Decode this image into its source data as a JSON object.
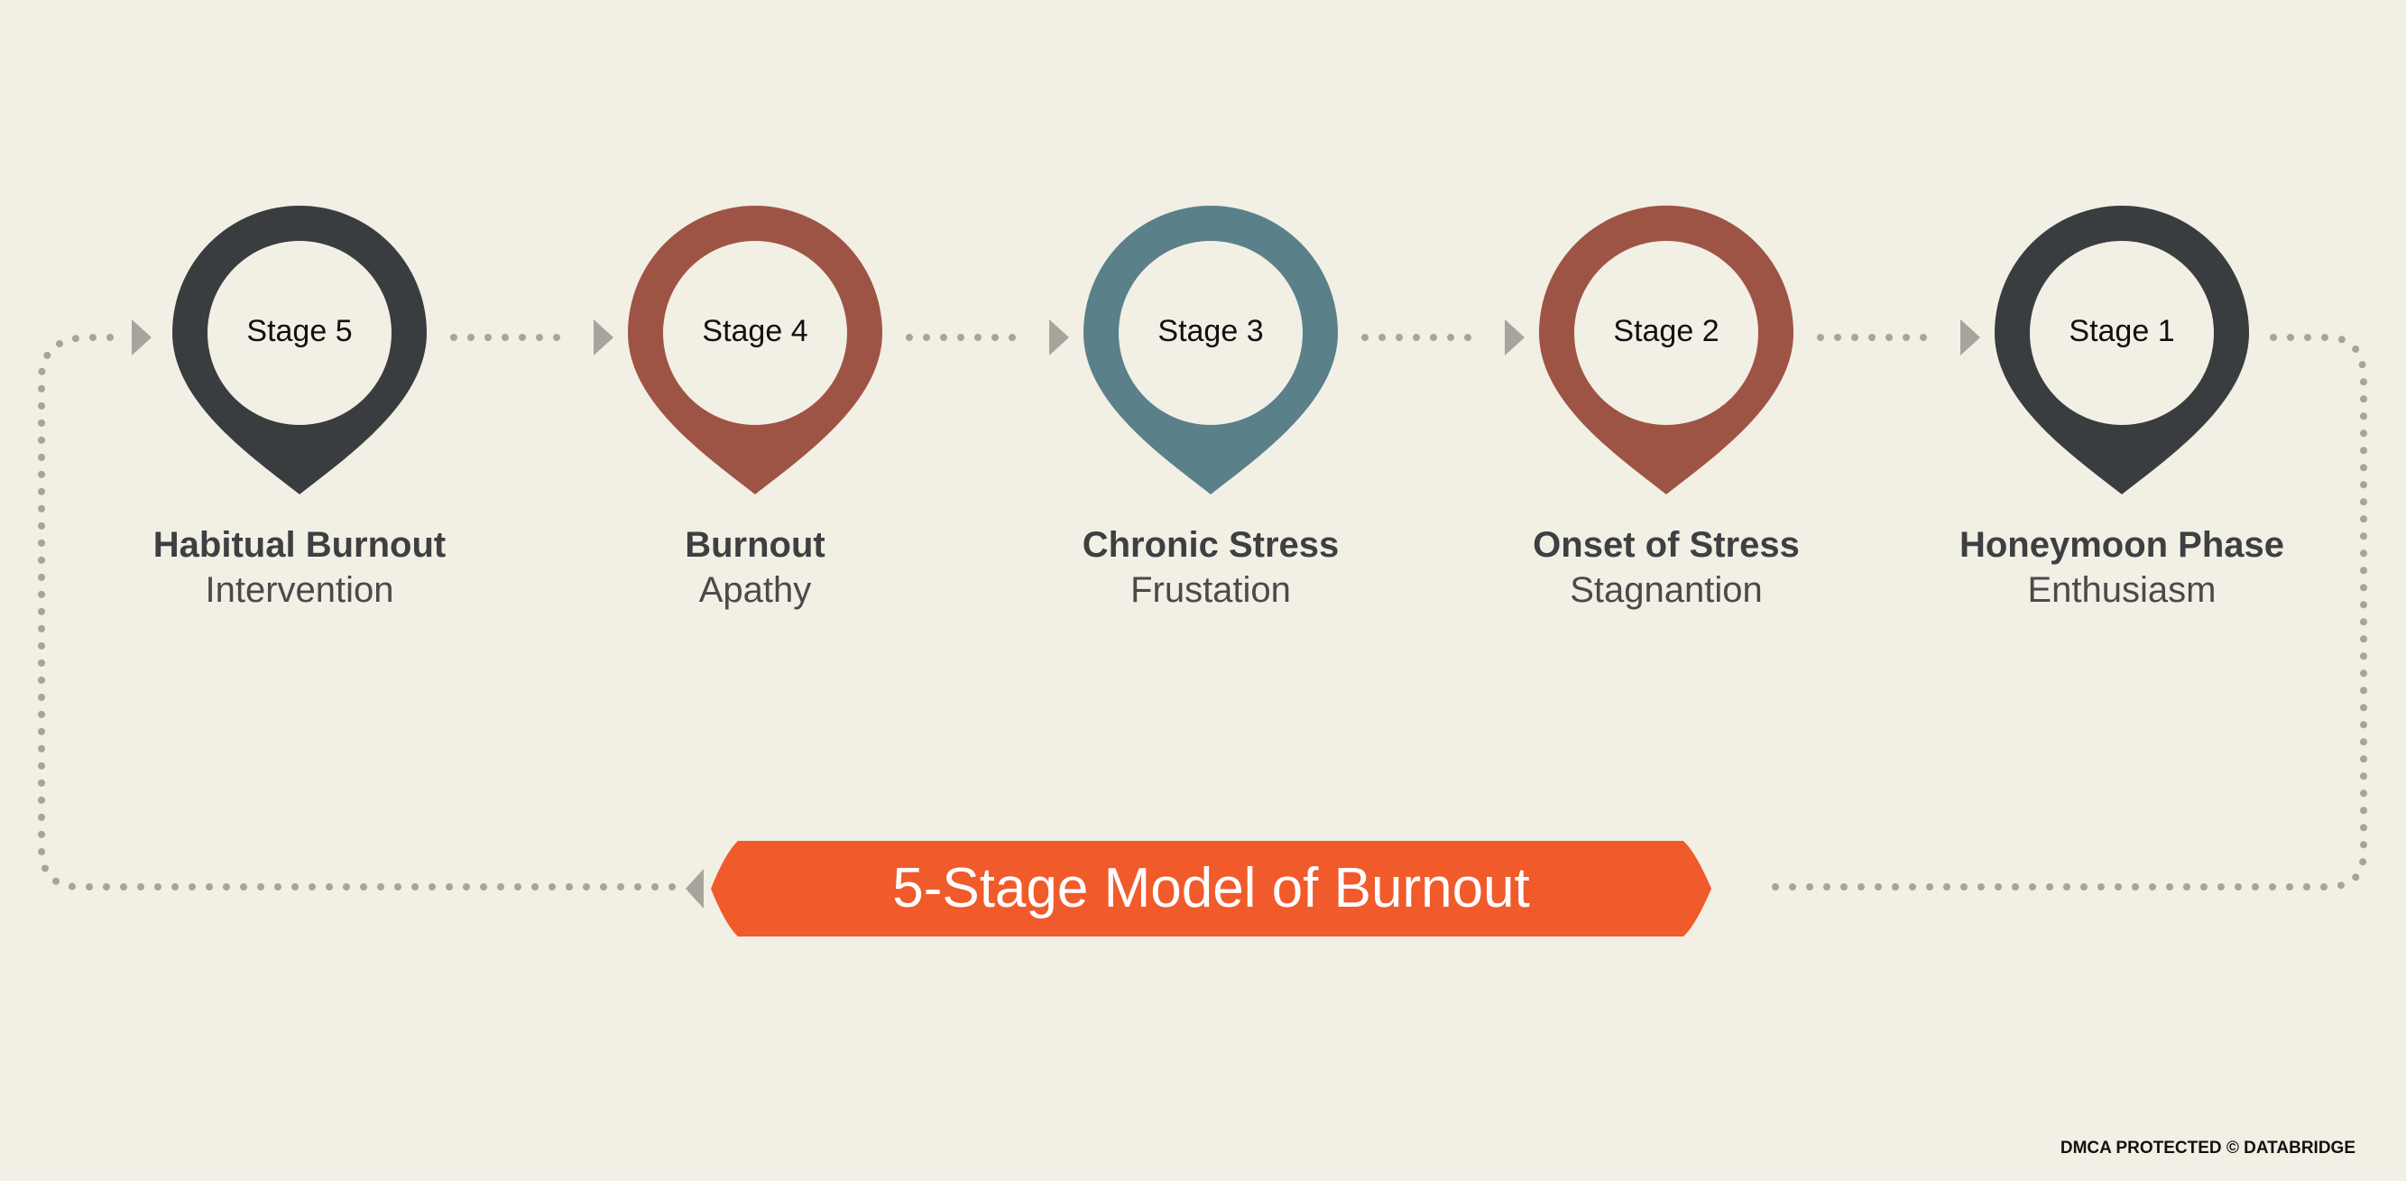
{
  "title": "5-Stage Model of Burnout",
  "stages": [
    {
      "label": "Stage 5",
      "title": "Habitual Burnout",
      "subtitle": "Intervention",
      "color": "#3a3d40"
    },
    {
      "label": "Stage 4",
      "title": "Burnout",
      "subtitle": "Apathy",
      "color": "#9e5444"
    },
    {
      "label": "Stage 3",
      "title": "Chronic Stress",
      "subtitle": "Frustation",
      "color": "#5a808a"
    },
    {
      "label": "Stage 2",
      "title": "Onset of Stress",
      "subtitle": "Stagnantion",
      "color": "#9e5444"
    },
    {
      "label": "Stage 1",
      "title": "Honeymoon Phase",
      "subtitle": "Enthusiasm",
      "color": "#3a3d40"
    }
  ],
  "banner_color": "#f15a2b",
  "connector_color": "#a8a49c",
  "watermark": "DMCA PROTECTED © DATABRIDGE"
}
